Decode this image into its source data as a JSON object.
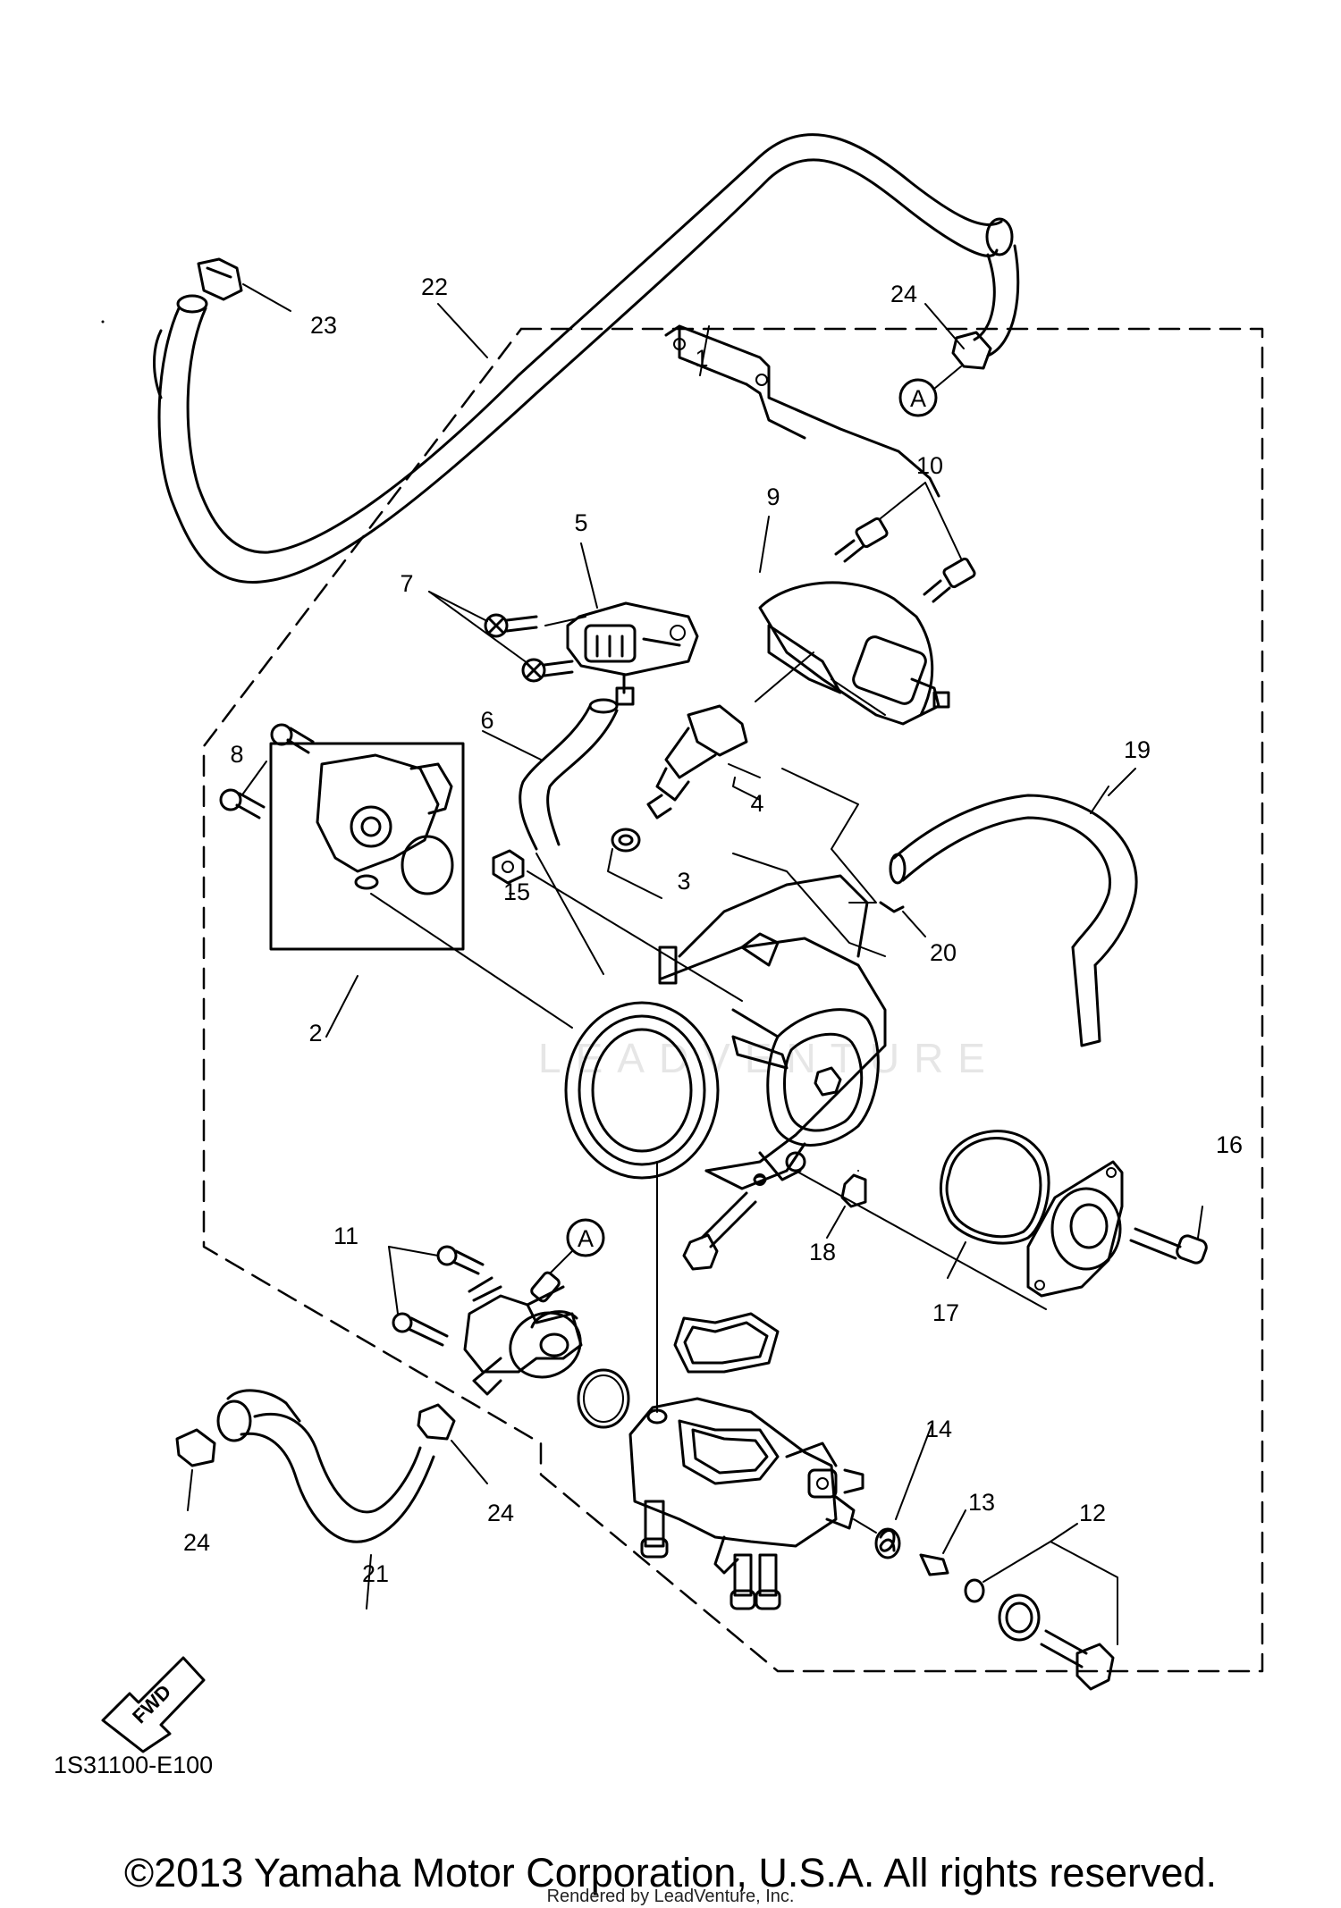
{
  "callouts": {
    "c1": "1",
    "c2": "2",
    "c3": "3",
    "c4": "4",
    "c5": "5",
    "c6": "6",
    "c7": "7",
    "c8": "8",
    "c9": "9",
    "c10": "10",
    "c11": "11",
    "c12": "12",
    "c13": "13",
    "c14": "14",
    "c15": "15",
    "c16": "16",
    "c17": "17",
    "c18": "18",
    "c19": "19",
    "c20": "20",
    "c21": "21",
    "c22": "22",
    "c23": "23",
    "c24a": "24",
    "c24b": "24",
    "c24c": "24",
    "refA1": "A",
    "refA2": "A"
  },
  "fwd_arrow": "FWD",
  "watermark": "LEADVENTURE",
  "diagram_code": "1S31100-E100",
  "copyright": "©2013 Yamaha Motor Corporation, U.S.A. All rights reserved.",
  "rendered_by": "Rendered by LeadVenture, Inc."
}
